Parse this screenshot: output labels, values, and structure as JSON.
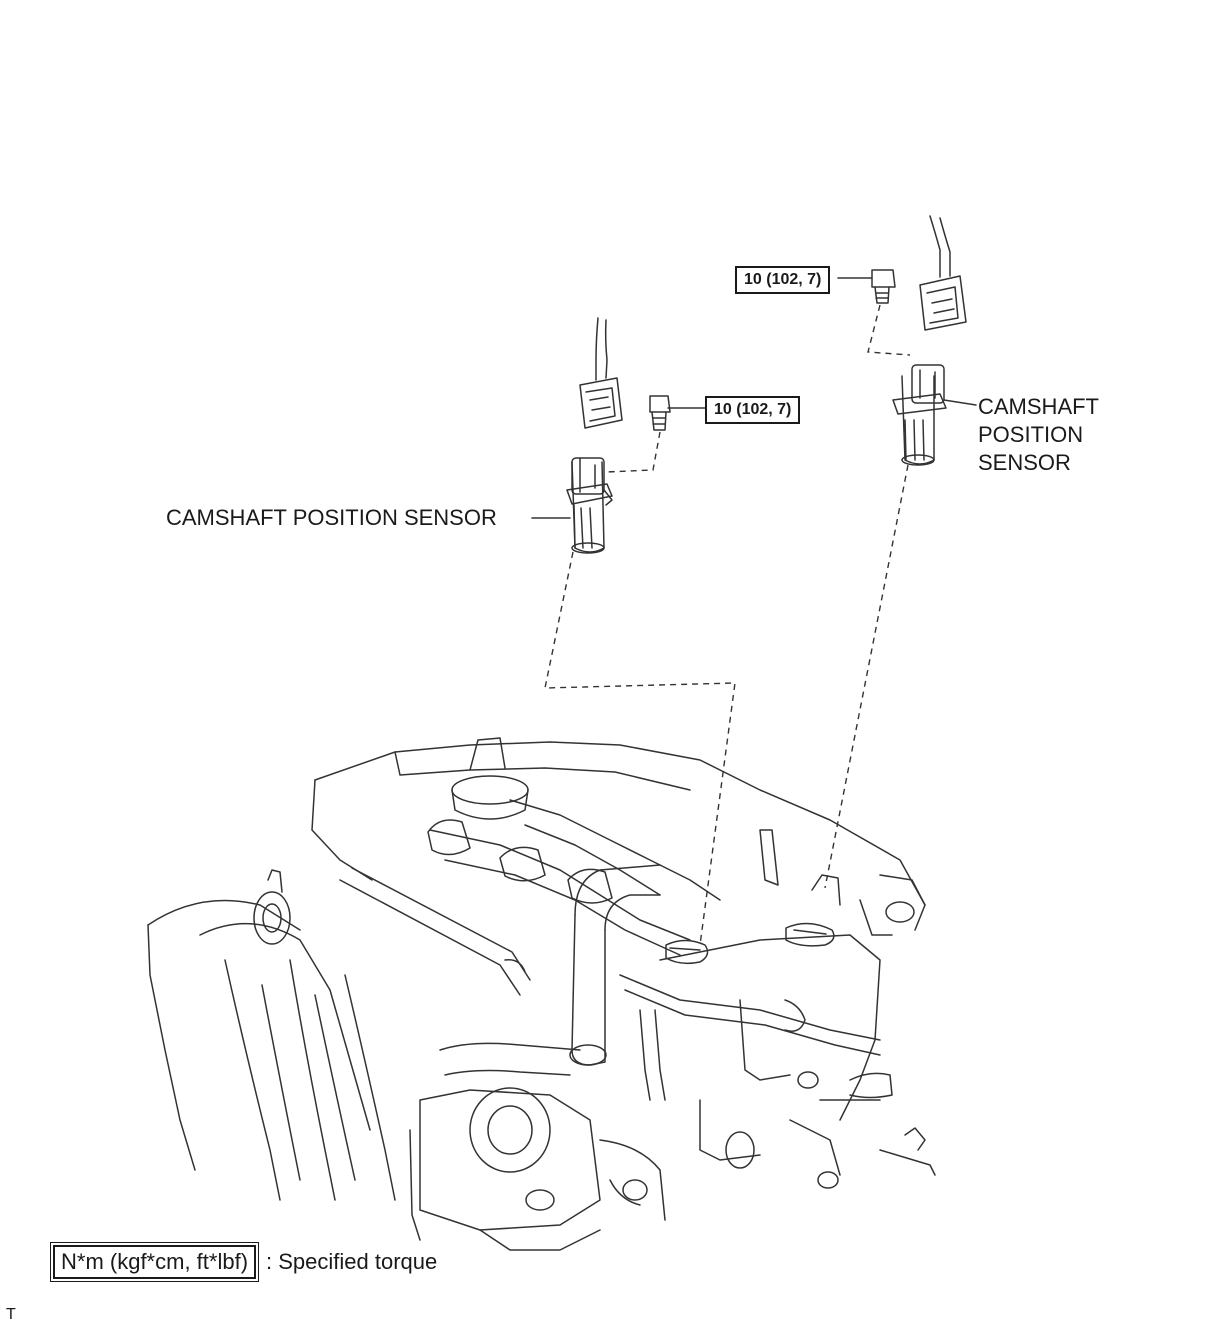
{
  "sensors": {
    "left_label": "CAMSHAFT POSITION SENSOR",
    "right_label": "CAMSHAFT\nPOSITION\nSENSOR"
  },
  "torque": {
    "left_bolt": "10 (102, 7)",
    "right_bolt": "10 (102, 7)"
  },
  "legend": {
    "unit_box": "N*m (kgf*cm, ft*lbf)",
    "description": ": Specified torque"
  },
  "corner_code": "T"
}
